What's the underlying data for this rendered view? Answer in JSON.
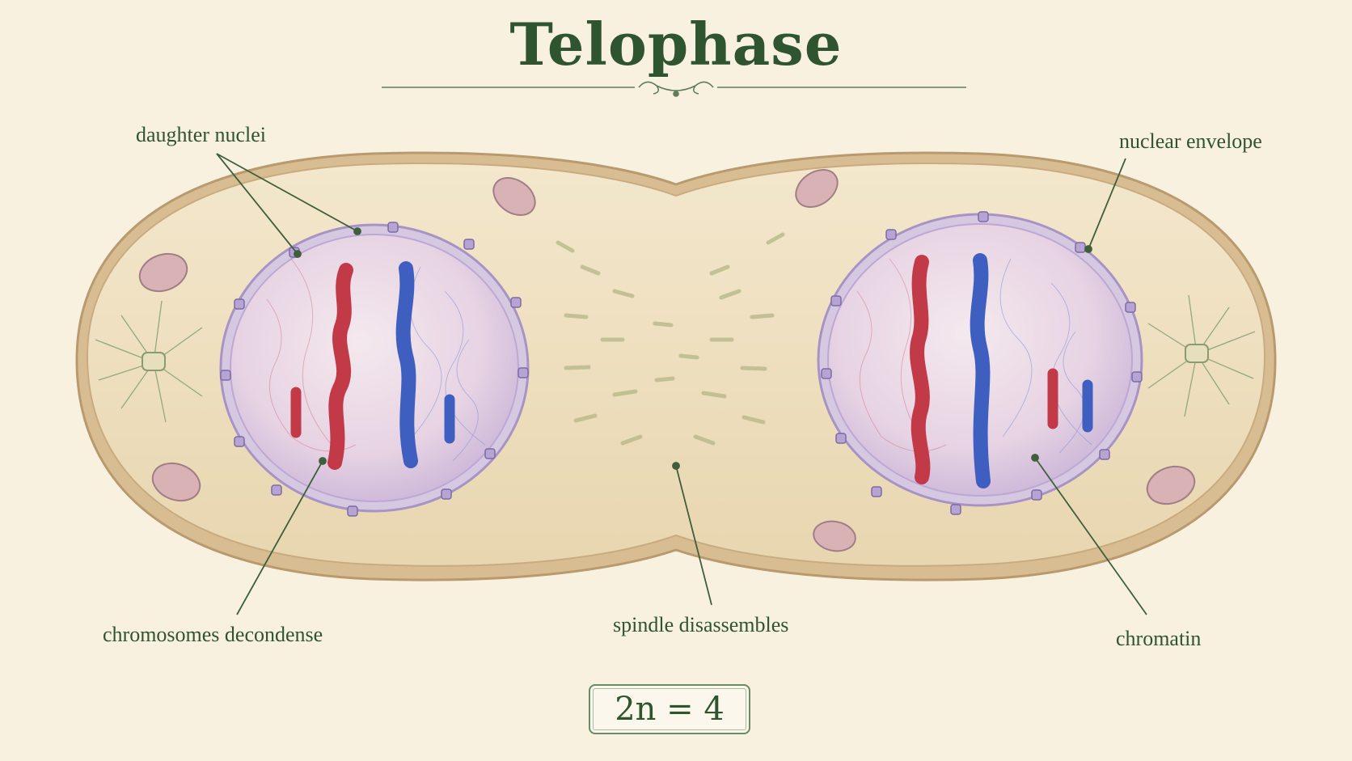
{
  "title": "Telophase",
  "labels": {
    "daughter_nuclei": "daughter nuclei",
    "nuclear_envelope": "nuclear envelope",
    "chromosomes_decondense": "chromosomes decondense",
    "spindle_disassembles": "spindle disassembles",
    "chromatin": "chromatin"
  },
  "formula": "2n = 4",
  "colors": {
    "title_green": "#2f5530",
    "cytoplasm": "#eee0c0",
    "membrane": "#d9be93",
    "nucleus": "#e6d6e8",
    "envelope": "#b5a3cf",
    "chromosome_red": "#c9384a",
    "chromosome_blue": "#3f5fc0",
    "background": "#f8f1df"
  },
  "icons": [
    "ornament-divider",
    "centrosome-icon",
    "mitochondrion-icon"
  ]
}
